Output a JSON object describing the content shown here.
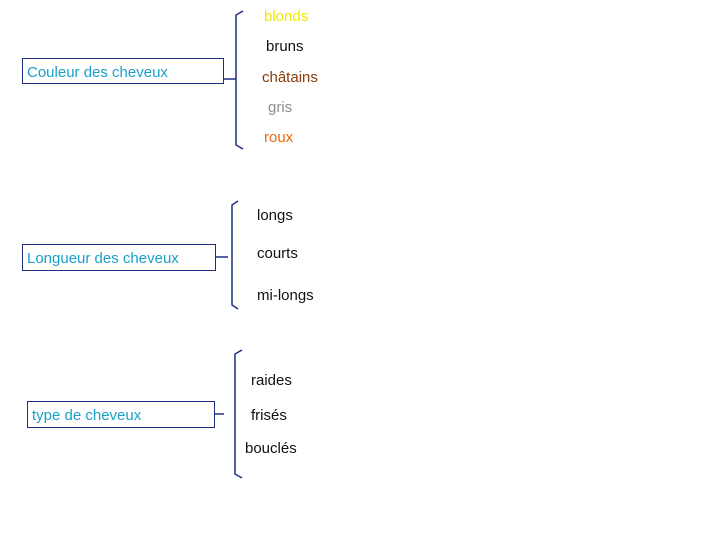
{
  "groups": [
    {
      "label": "Couleur des cheveux",
      "items": [
        {
          "text": "blonds",
          "color": "#f2e600"
        },
        {
          "text": "bruns",
          "color": "#111111"
        },
        {
          "text": "châtains",
          "color": "#8a3a08"
        },
        {
          "text": "gris",
          "color": "#8c8c8c"
        },
        {
          "text": "roux",
          "color": "#e66a12"
        }
      ]
    },
    {
      "label": "Longueur des cheveux",
      "items": [
        {
          "text": "longs",
          "color": "#111111"
        },
        {
          "text": "courts",
          "color": "#111111"
        },
        {
          "text": "mi-longs",
          "color": "#111111"
        }
      ]
    },
    {
      "label": "type de cheveux",
      "items": [
        {
          "text": "raides",
          "color": "#111111"
        },
        {
          "text": "frisés",
          "color": "#111111"
        },
        {
          "text": "bouclés",
          "color": "#111111"
        }
      ]
    }
  ],
  "colors": {
    "box_text": "#1aa0c8",
    "box_border": "#1f2d86",
    "lines": "#1f2d86"
  }
}
